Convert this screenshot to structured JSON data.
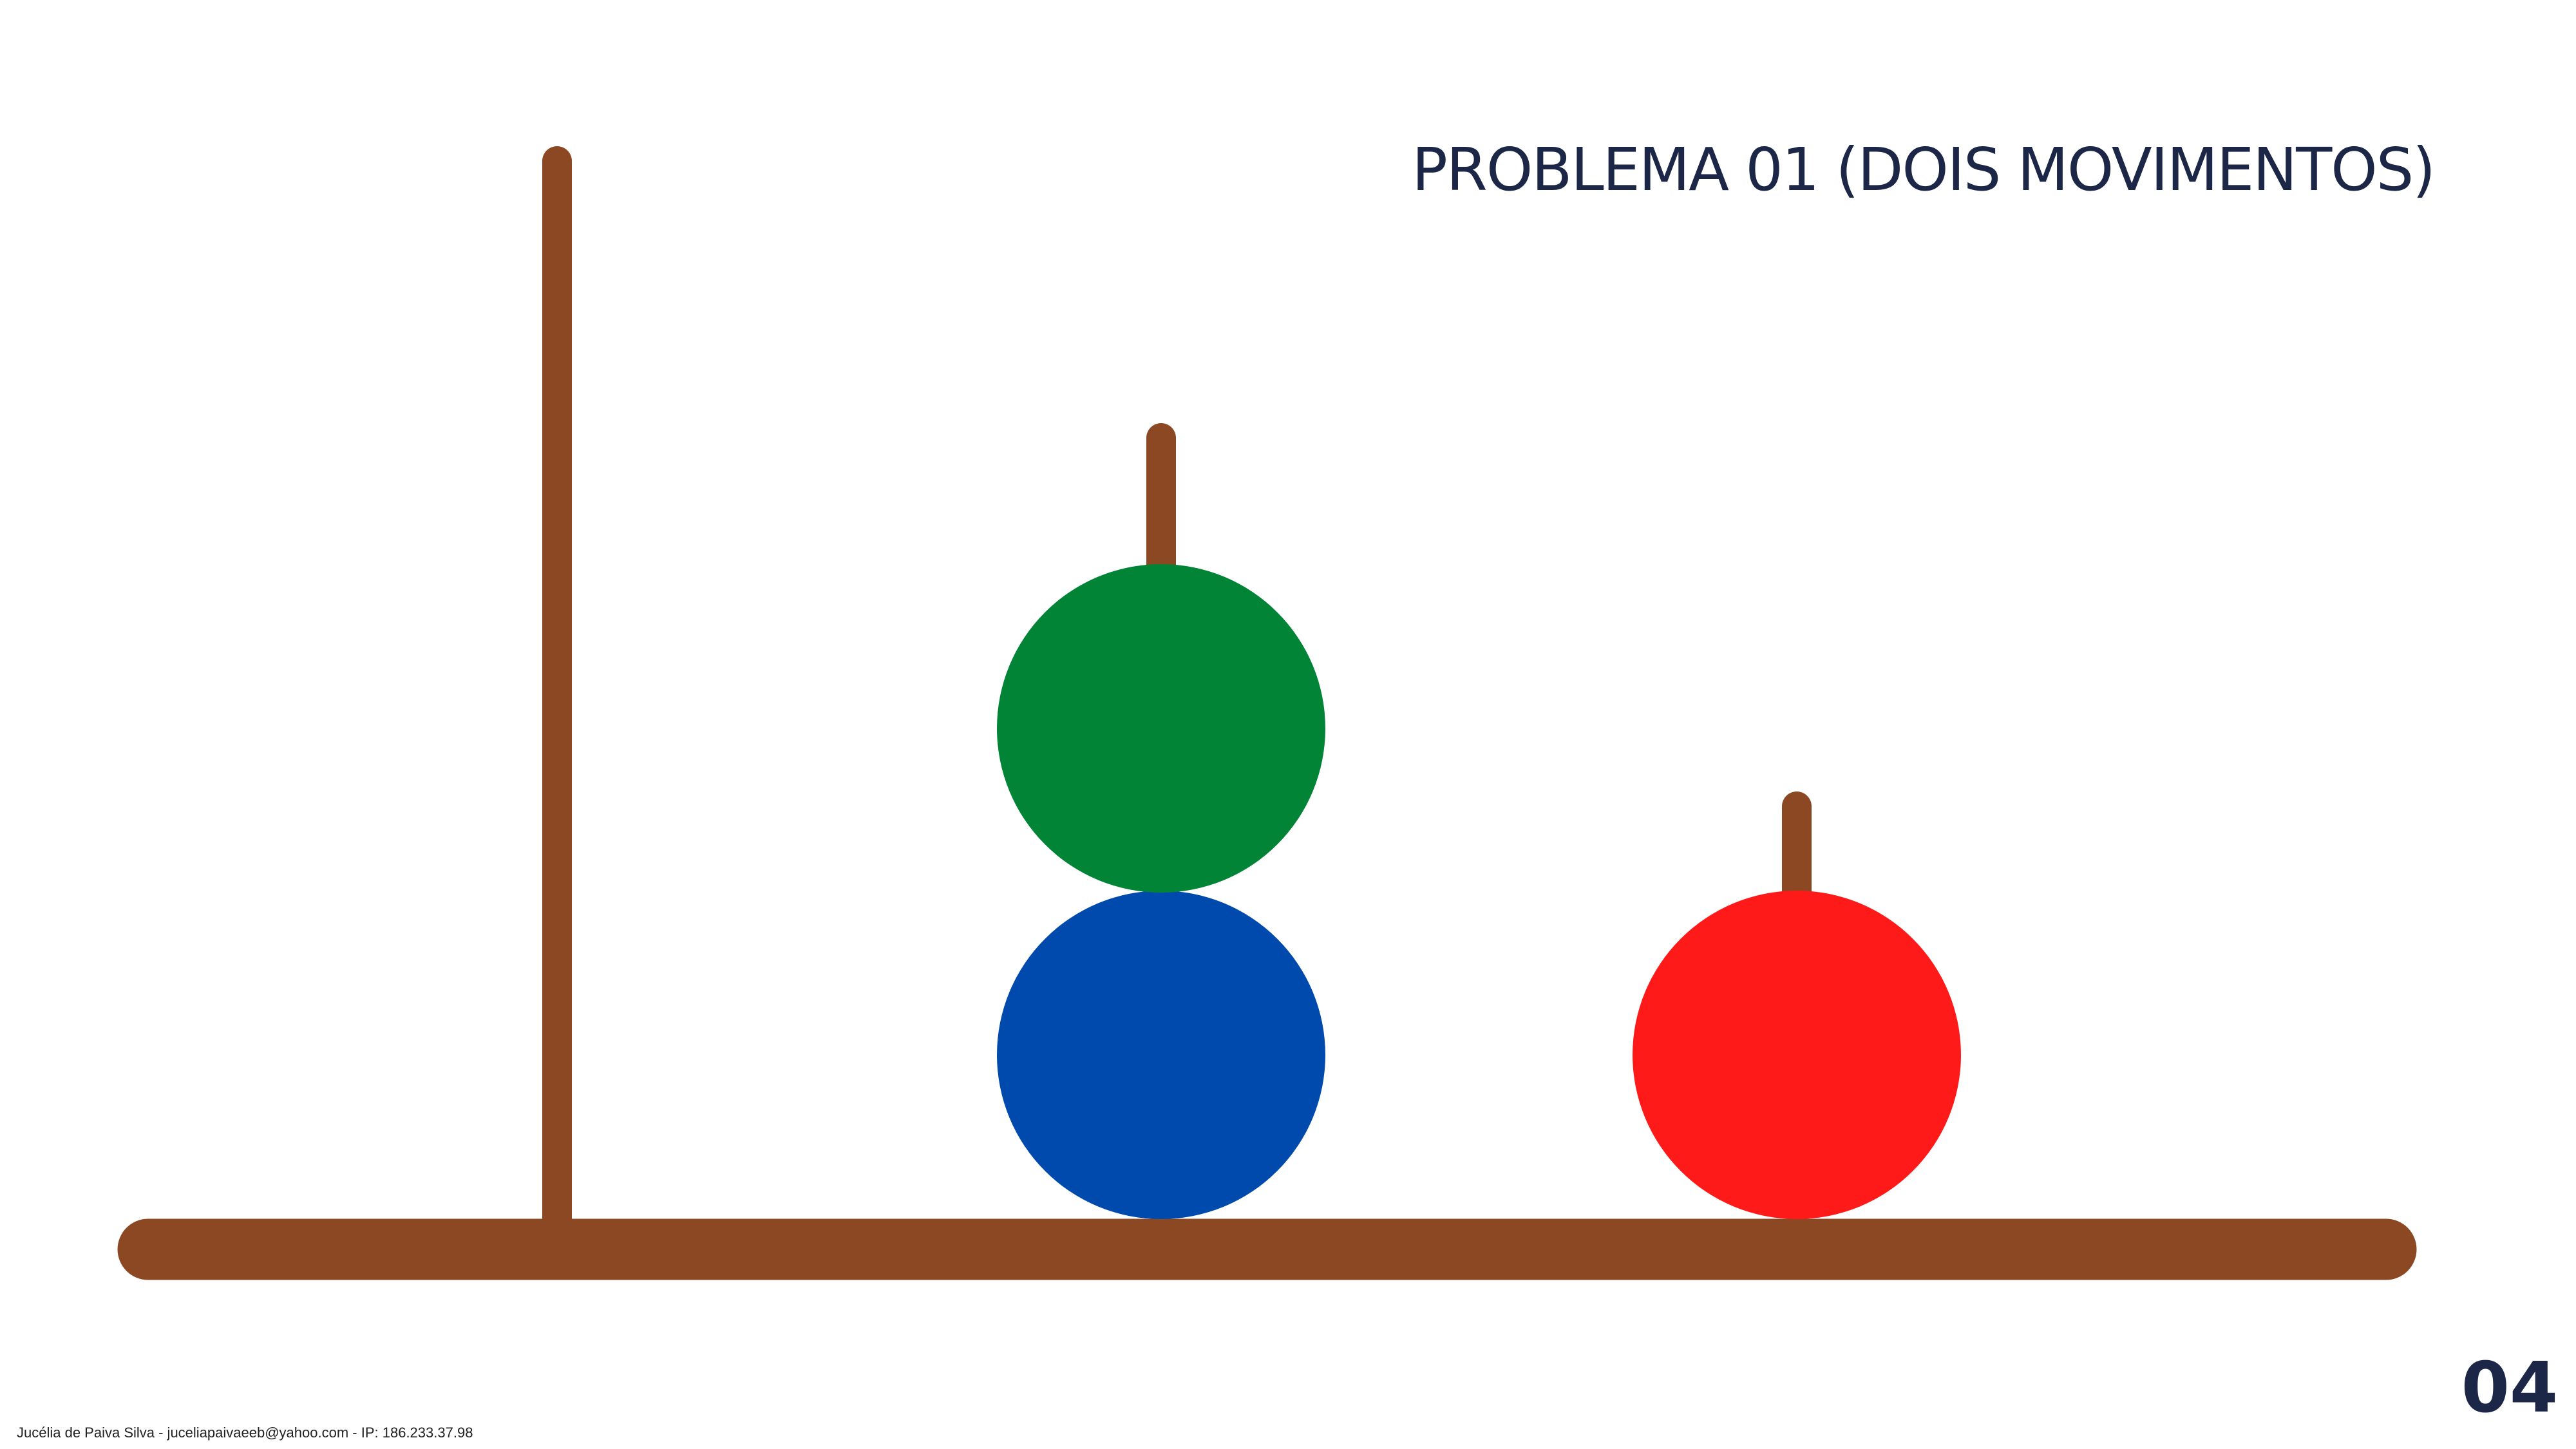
{
  "title": "PROBLEMA 01 (DOIS MOVIMENTOS)",
  "page_number": "04",
  "footer": "Jucélia de Paiva Silva - juceliapaivaeeb@yahoo.com - IP: 186.233.37.98",
  "colors": {
    "wood": "#8b4823",
    "green": "#028437",
    "blue": "#004aad",
    "red": "#ff1a1a",
    "text": "#1c2647"
  },
  "pegs": [
    {
      "name": "left",
      "discs": []
    },
    {
      "name": "middle",
      "discs": [
        "blue",
        "green"
      ]
    },
    {
      "name": "right",
      "discs": [
        "red"
      ]
    }
  ]
}
